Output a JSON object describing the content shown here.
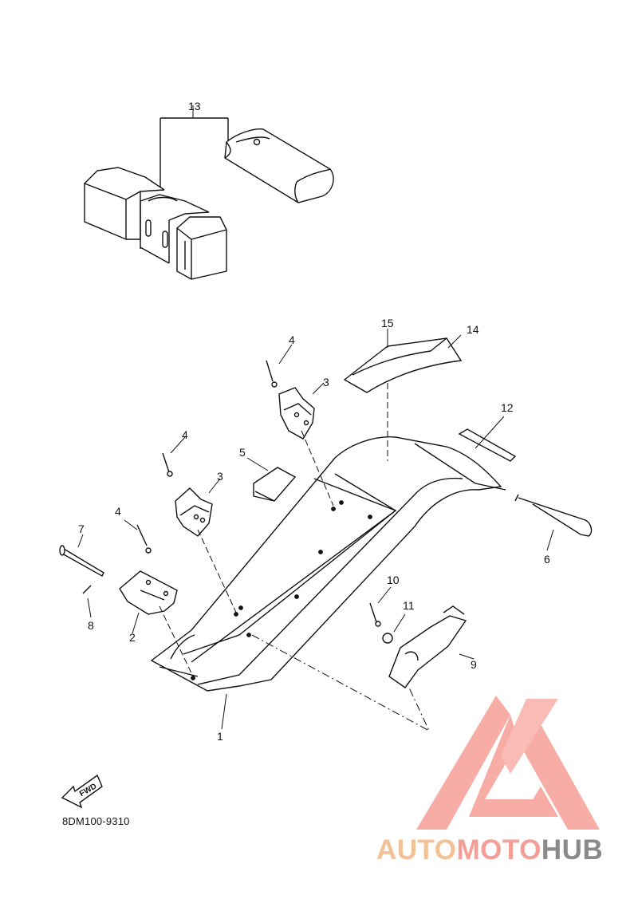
{
  "diagram": {
    "code": "8DM100-9310",
    "fwd_label": "FWD",
    "callouts": {
      "c1": "1",
      "c2": "2",
      "c3a": "3",
      "c3b": "3",
      "c4a": "4",
      "c4b": "4",
      "c4c": "4",
      "c5": "5",
      "c6": "6",
      "c7": "7",
      "c8": "8",
      "c9": "9",
      "c10": "10",
      "c11": "11",
      "c12": "12",
      "c13": "13",
      "c14": "14",
      "c15": "15"
    }
  },
  "watermark": {
    "part1": "AUTO",
    "part2": "MOTO",
    "part3": "HUB",
    "colors": {
      "auto": "#f2c196",
      "moto": "#f39e96",
      "hub": "#8a8a8a",
      "logo": "#f7a8a1"
    }
  }
}
